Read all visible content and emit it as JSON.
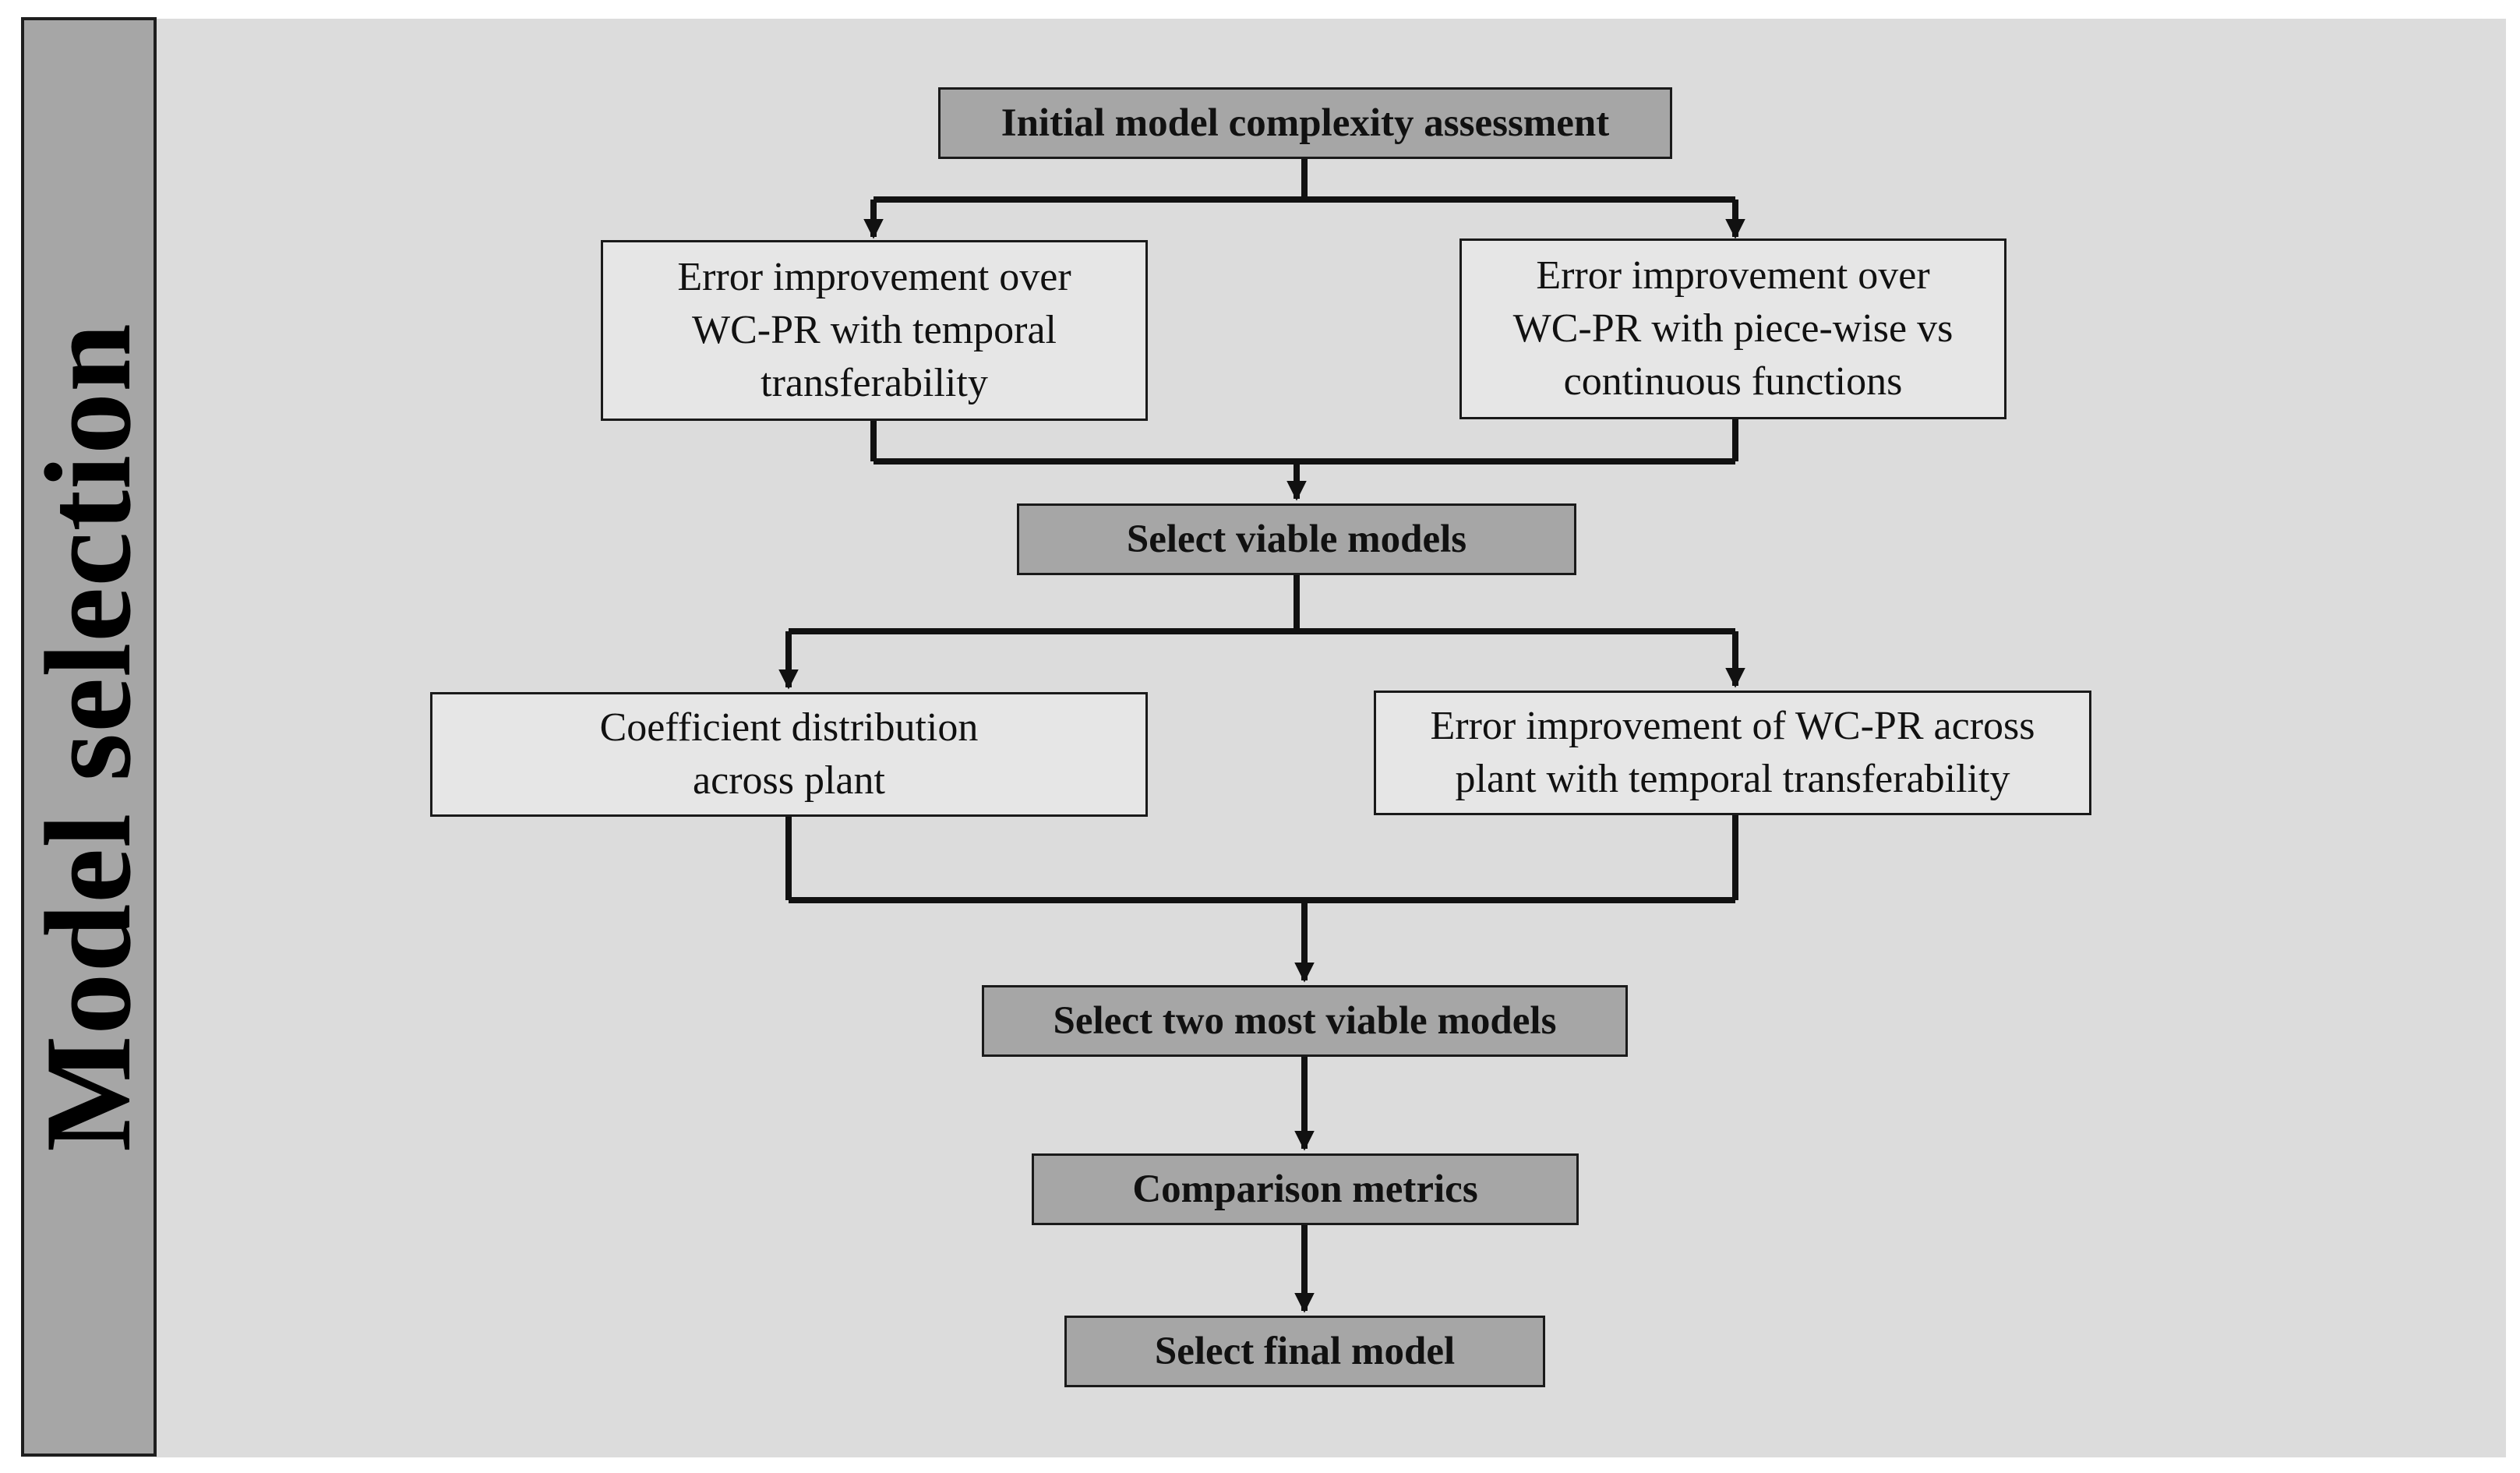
{
  "sidebar": {
    "title": "Model selection"
  },
  "flow": {
    "initial_assessment": "Initial model complexity assessment",
    "error_temporal": "Error improvement over\nWC-PR with temporal\ntransferability",
    "error_piecewise": "Error improvement over\nWC-PR with piece-wise vs\ncontinuous functions",
    "select_viable": "Select viable models",
    "coefficient_distribution": "Coefficient distribution\nacross plant",
    "error_across_plant": "Error improvement of WC-PR across\nplant with temporal transferability",
    "select_two": "Select two most viable models",
    "comparison_metrics": "Comparison metrics",
    "select_final": "Select final model"
  },
  "colors": {
    "dark_box": "#a6a6a6",
    "light_box": "#e6e6e6",
    "panel": "#dcdcdc",
    "line": "#111111"
  }
}
